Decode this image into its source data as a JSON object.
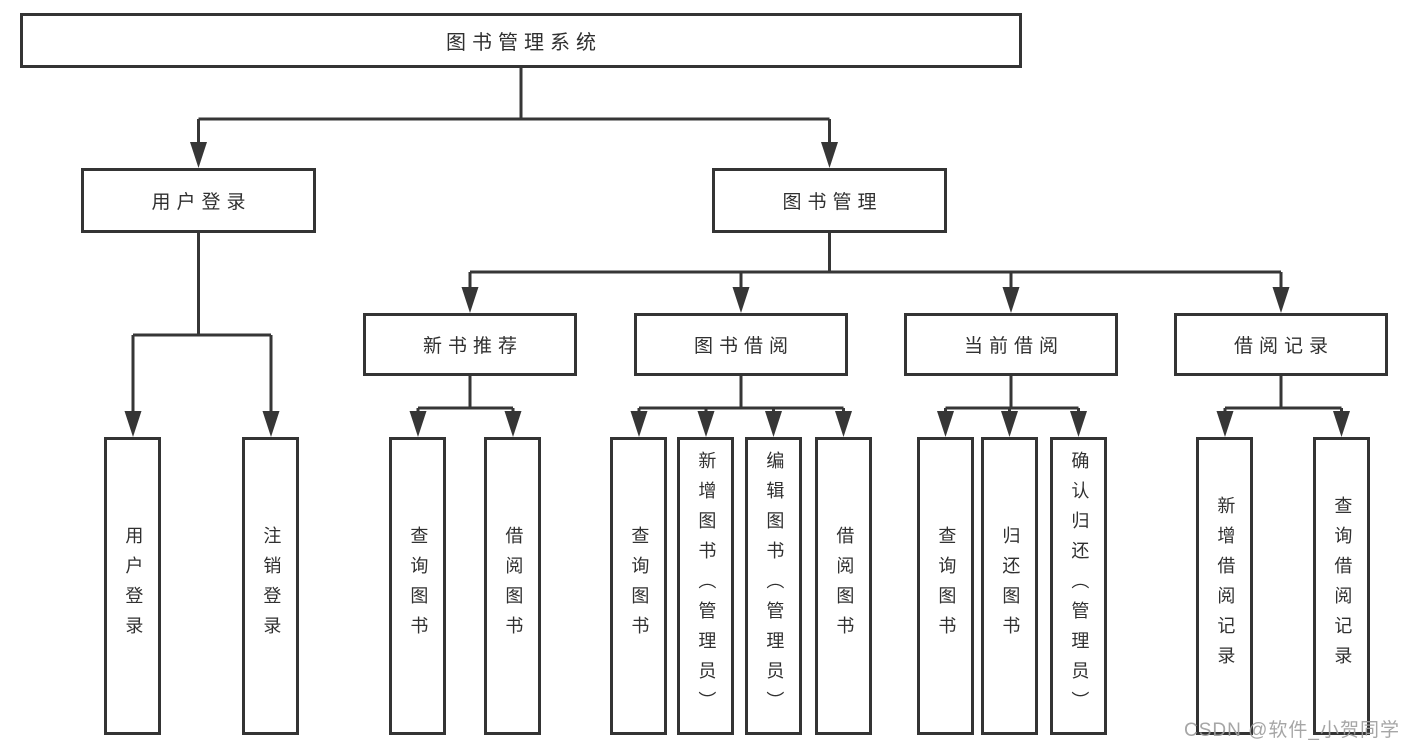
{
  "diagram": {
    "title": "图书管理系统",
    "hierarchy_note": "root > [用户登录, 图书管理] > leaves",
    "colors": {
      "line": "#363636",
      "box_border": "#343434",
      "text": "#303030",
      "background": "#ffffff",
      "watermark": "#9e9e9e"
    }
  },
  "nodes": {
    "root": "图书管理系统",
    "user_login": "用户登录",
    "book_mgmt": "图书管理",
    "new_book_rec": "新书推荐",
    "book_borrow": "图书借阅",
    "current_borrow": "当前借阅",
    "borrow_records": "借阅记录",
    "leaf_user_login": "用户登录",
    "leaf_logout": "注销登录",
    "leaf_nbr_query": "查询图书",
    "leaf_nbr_borrow": "借阅图书",
    "leaf_bb_query": "查询图书",
    "leaf_bb_add": "新增图书（管理员）",
    "leaf_bb_edit": "编辑图书（管理员）",
    "leaf_bb_borrow": "借阅图书",
    "leaf_cb_query": "查询图书",
    "leaf_cb_return": "归还图书",
    "leaf_cb_confirm": "确认归还（管理员）",
    "leaf_br_add": "新增借阅记录",
    "leaf_br_query": "查询借阅记录"
  },
  "watermark": "CSDN @软件_小贺同学"
}
